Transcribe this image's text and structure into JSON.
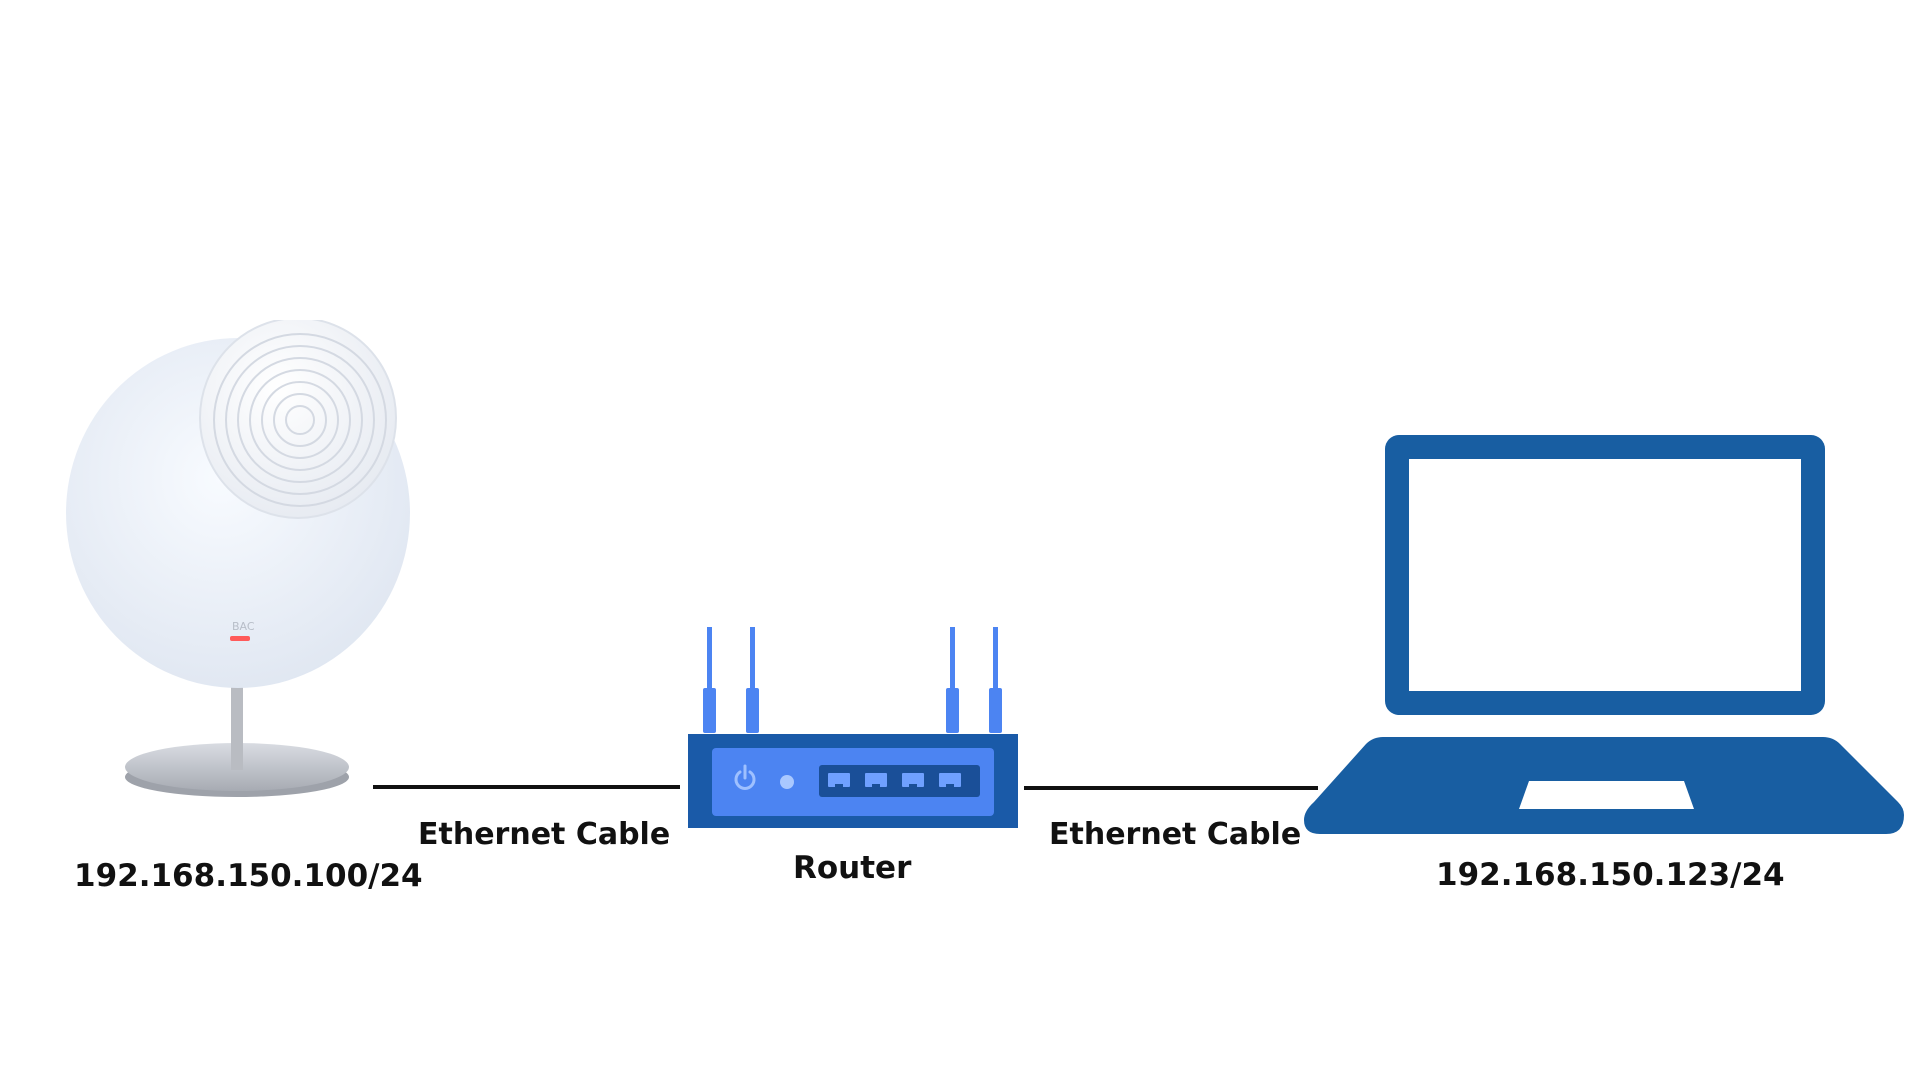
{
  "antenna": {
    "ip_label": "192.168.150.100/24",
    "brand_mark": "BAC",
    "colors": {
      "body": "#eef2f8",
      "dish": "#f4f6fa",
      "led": "#ff5a5a",
      "stand": "#b9bcc2"
    }
  },
  "router": {
    "label": "Router",
    "colors": {
      "body": "#1a5aa8",
      "panel": "#4c84f2",
      "port_strip": "#1a4f98",
      "antenna": "#4c84f2",
      "port": "#6fa0ff"
    }
  },
  "laptop": {
    "ip_label": "192.168.150.123/24",
    "colors": {
      "body": "#185ea2",
      "screen": "#ffffff",
      "trackpad": "#ffffff"
    }
  },
  "cables": [
    {
      "label": "Ethernet Cable"
    },
    {
      "label": "Ethernet Cable"
    }
  ],
  "icons": {
    "router_power": "power-icon",
    "router_status": "status-led-icon",
    "router_ports": "ethernet-port-icon"
  }
}
